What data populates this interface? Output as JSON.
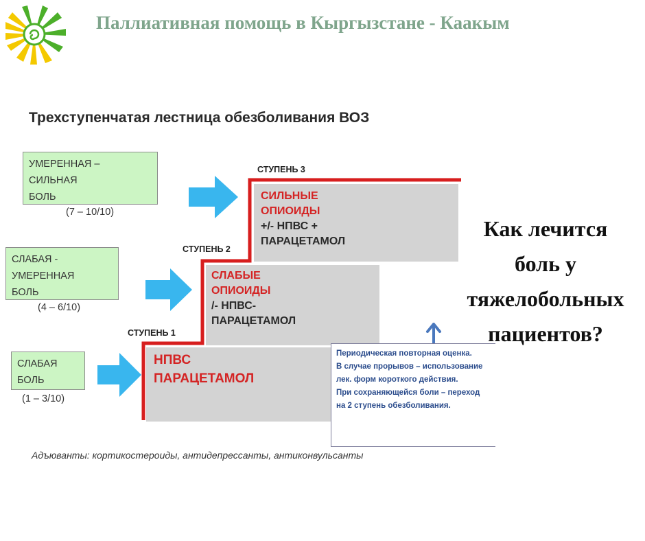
{
  "header": {
    "title": "Паллиативная помощь в Кыргызстане - Каакым"
  },
  "diagram": {
    "title": "Трехступенчатая лестница обезболивания ВОЗ",
    "pain_levels": [
      {
        "lines": [
          "УМЕРЕННАЯ –",
          "СИЛЬНАЯ",
          "БОЛЬ"
        ],
        "score": "(7 – 10/10)"
      },
      {
        "lines": [
          "СЛАБАЯ -",
          "УМЕРЕННАЯ",
          "БОЛЬ"
        ],
        "score": "(4 – 6/10)"
      },
      {
        "lines": [
          "СЛАБАЯ",
          "БОЛЬ"
        ],
        "score": "(1 – 3/10)"
      }
    ],
    "steps": [
      {
        "label": "СТУПЕНЬ 3",
        "drug": [
          "СИЛЬНЫЕ",
          "ОПИОИДЫ"
        ],
        "extra": [
          "+/- НПВС +",
          "ПАРАЦЕТАМОЛ"
        ]
      },
      {
        "label": "СТУПЕНЬ 2",
        "drug": [
          "СЛАБЫЕ",
          "ОПИОИДЫ"
        ],
        "extra": [
          "/- НПВС-",
          "ПАРАЦЕТАМОЛ"
        ]
      },
      {
        "label": "СТУПЕНЬ 1",
        "drug": [
          "НПВС",
          "ПАРАЦЕТАМОЛ"
        ]
      }
    ],
    "note": [
      "Периодическая повторная оценка.",
      "В случае прорывов – использование",
      "лек. форм короткого действия.",
      "При сохраняющейся боли – переход",
      "на 2 ступень обезболивания."
    ],
    "adjuvants": "Адъюванты: кортикостероиды, антидепрессанты, антиконвульсанты"
  },
  "question": {
    "lines": [
      "Как лечится",
      "боль у",
      "тяжелобольных",
      "пациентов?"
    ]
  },
  "colors": {
    "header": "#7fa58c",
    "logo": "#4caf2a",
    "sun": "#f4c900",
    "arrow": "#39b6ee",
    "stair": "#d71e1e",
    "drug": "#d42424",
    "pain_box": "#ccf5c4",
    "step_box": "#d3d3d3",
    "note_text": "#2b4c8c"
  }
}
